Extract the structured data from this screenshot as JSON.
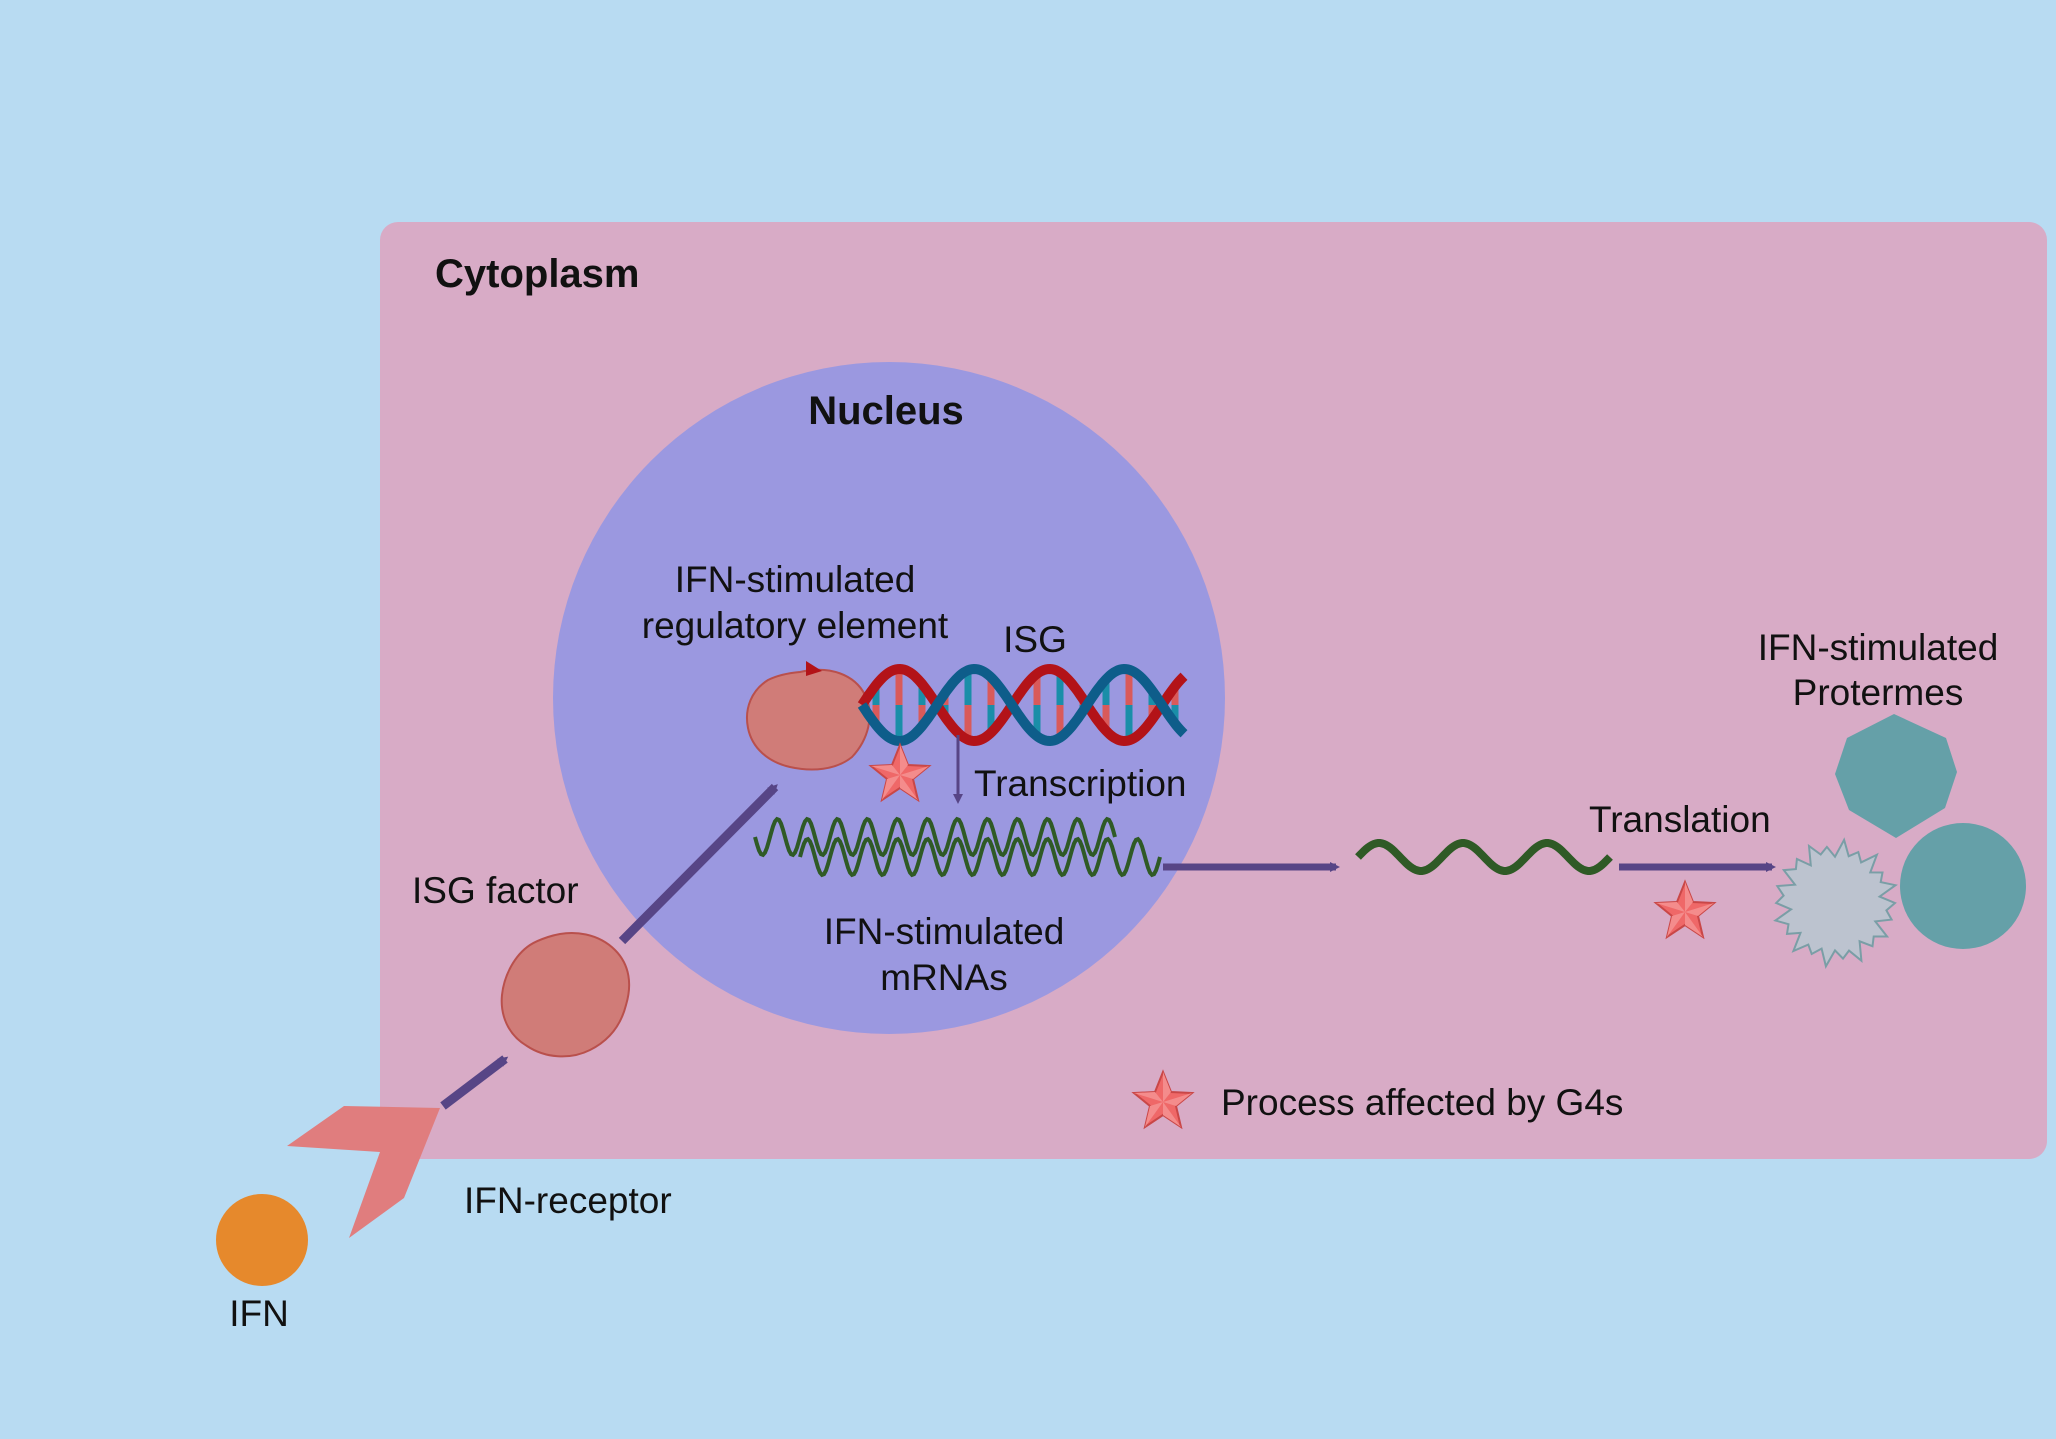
{
  "diagram": {
    "title": "IFN signaling and ISG expression",
    "colors": {
      "background": "#b8dbf2",
      "cytoplasm": "#d8abc6",
      "nucleus": "#9b98e0",
      "arrow": "#574586",
      "isg_factor": "#d07c78",
      "isg_factor_stroke": "#b9504c",
      "ifn": "#e6892c",
      "receptor": "#e07d7e",
      "dna_strand_a": "#b31318",
      "dna_strand_b": "#0e5d8a",
      "mrna": "#2f5a26",
      "protein_teal": "#65a0a8",
      "protein_grey": "#bcc3cf",
      "star": "#ef6868"
    },
    "compartments": {
      "cytoplasm": "Cytoplasm",
      "nucleus": "Nucleus"
    },
    "labels": {
      "ifn": "IFN",
      "receptor": "IFN-receptor",
      "isg_factor": "ISG factor",
      "regulatory_element_line1": "IFN-stimulated",
      "regulatory_element_line2": "regulatory element",
      "isg": "ISG",
      "transcription": "Transcription",
      "mrnas_line1": "IFN-stimulated",
      "mrnas_line2": "mRNAs",
      "translation": "Translation",
      "proteins_line1": "IFN-stimulated",
      "proteins_line2": "Protermes"
    },
    "legend": {
      "icon": "star-icon",
      "text": "Process affected by G4s"
    }
  }
}
